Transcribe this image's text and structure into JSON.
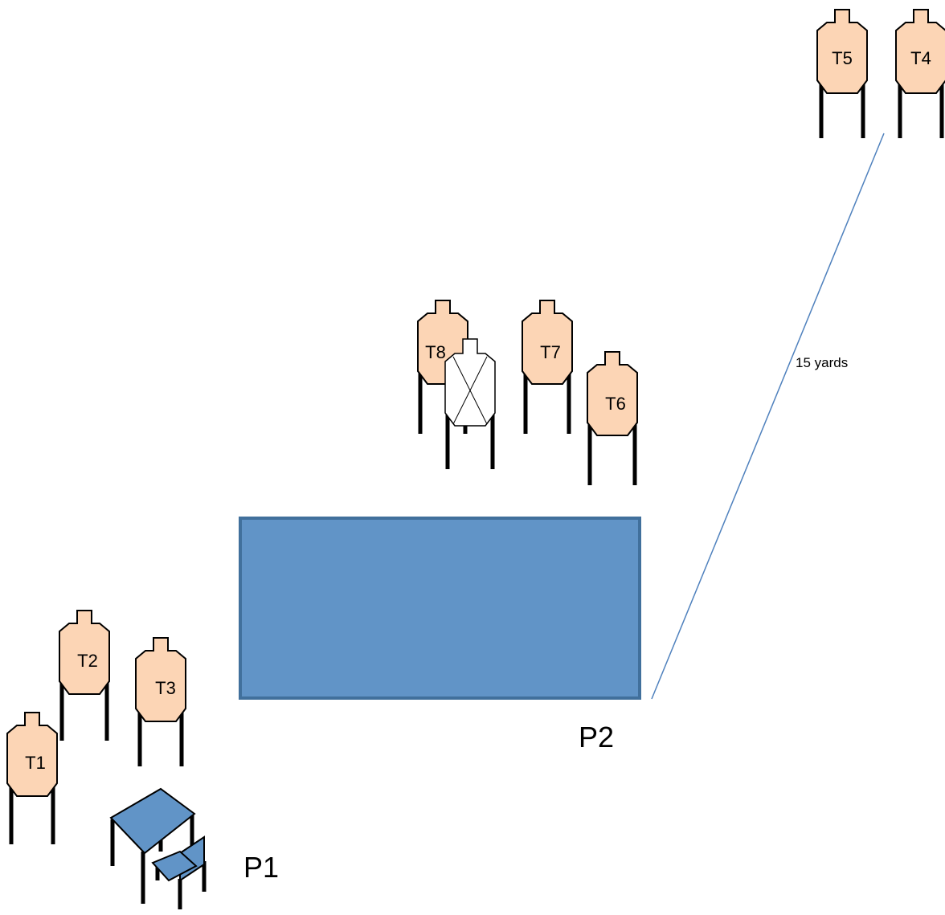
{
  "targets": [
    {
      "id": "T1",
      "label": "T1"
    },
    {
      "id": "T2",
      "label": "T2"
    },
    {
      "id": "T3",
      "label": "T3"
    },
    {
      "id": "T4",
      "label": "T4"
    },
    {
      "id": "T5",
      "label": "T5"
    },
    {
      "id": "T6",
      "label": "T6"
    },
    {
      "id": "T7",
      "label": "T7"
    },
    {
      "id": "T8",
      "label": "T8"
    }
  ],
  "no_shoot": {
    "marking": "X",
    "fill": "#ffffff"
  },
  "positions": {
    "p1_label": "P1",
    "p2_label": "P2"
  },
  "distance": {
    "label": "15 yards"
  },
  "colors": {
    "target_fill": "#fcd5b5",
    "barrier_fill": "#6194c7",
    "barrier_border": "#41709c",
    "distance_line": "#4f81bd",
    "leg_color": "#000000"
  }
}
